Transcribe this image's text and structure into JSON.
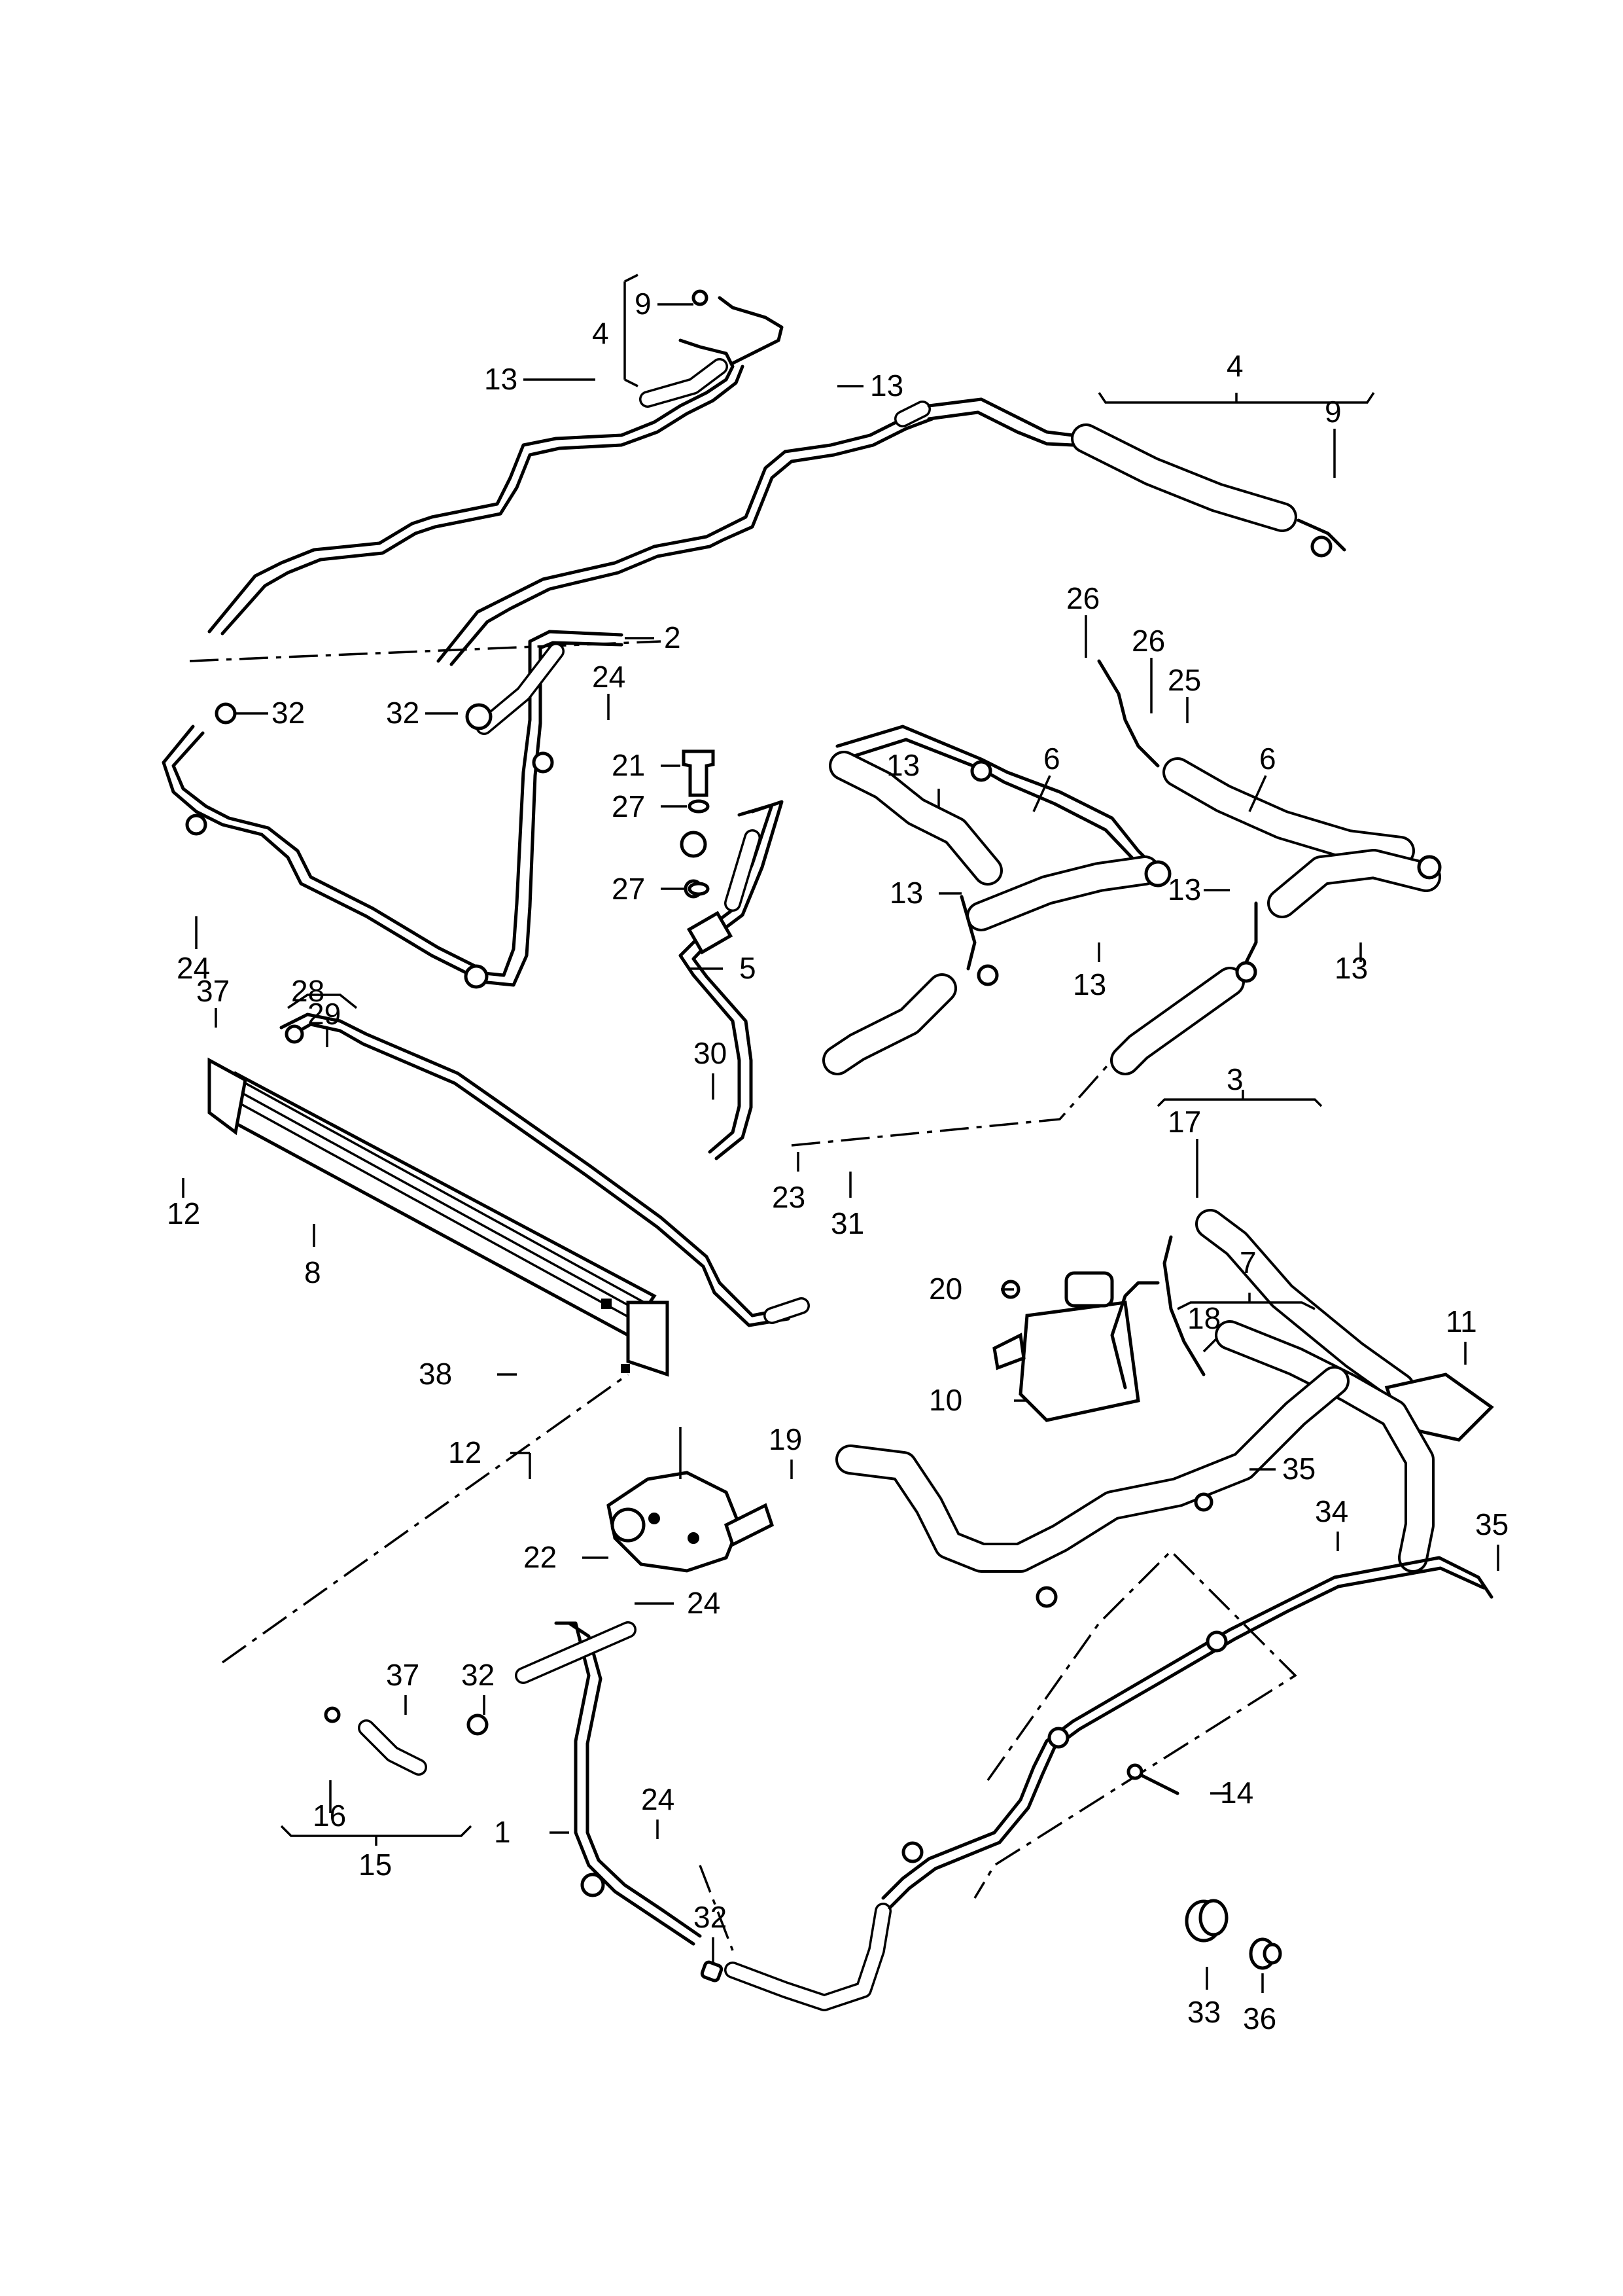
{
  "callouts": [
    {
      "id": "c-9a",
      "text": "9"
    },
    {
      "id": "c-4a",
      "text": "4"
    },
    {
      "id": "c-13a",
      "text": "13"
    },
    {
      "id": "c-13b",
      "text": "13"
    },
    {
      "id": "c-4b",
      "text": "4"
    },
    {
      "id": "c-9b",
      "text": "9"
    },
    {
      "id": "c-2",
      "text": "2"
    },
    {
      "id": "c-26a",
      "text": "26"
    },
    {
      "id": "c-26b",
      "text": "26"
    },
    {
      "id": "c-25",
      "text": "25"
    },
    {
      "id": "c-32a",
      "text": "32"
    },
    {
      "id": "c-32b",
      "text": "32"
    },
    {
      "id": "c-24a",
      "text": "24"
    },
    {
      "id": "c-21",
      "text": "21"
    },
    {
      "id": "c-27a",
      "text": "27"
    },
    {
      "id": "c-27b",
      "text": "27"
    },
    {
      "id": "c-13c",
      "text": "13"
    },
    {
      "id": "c-6a",
      "text": "6"
    },
    {
      "id": "c-6b",
      "text": "6"
    },
    {
      "id": "c-13d",
      "text": "13"
    },
    {
      "id": "c-13e",
      "text": "13"
    },
    {
      "id": "c-13f",
      "text": "13"
    },
    {
      "id": "c-13g",
      "text": "13"
    },
    {
      "id": "c-24b",
      "text": "24"
    },
    {
      "id": "c-5",
      "text": "5"
    },
    {
      "id": "c-28",
      "text": "28"
    },
    {
      "id": "c-37a",
      "text": "37"
    },
    {
      "id": "c-29",
      "text": "29"
    },
    {
      "id": "c-30",
      "text": "30"
    },
    {
      "id": "c-3",
      "text": "3"
    },
    {
      "id": "c-17",
      "text": "17"
    },
    {
      "id": "c-12a",
      "text": "12"
    },
    {
      "id": "c-23",
      "text": "23"
    },
    {
      "id": "c-31",
      "text": "31"
    },
    {
      "id": "c-8",
      "text": "8"
    },
    {
      "id": "c-20",
      "text": "20"
    },
    {
      "id": "c-7",
      "text": "7"
    },
    {
      "id": "c-18",
      "text": "18"
    },
    {
      "id": "c-11",
      "text": "11"
    },
    {
      "id": "c-38",
      "text": "38"
    },
    {
      "id": "c-10",
      "text": "10"
    },
    {
      "id": "c-19",
      "text": "19"
    },
    {
      "id": "c-12b",
      "text": "12"
    },
    {
      "id": "c-35a",
      "text": "35"
    },
    {
      "id": "c-34",
      "text": "34"
    },
    {
      "id": "c-35b",
      "text": "35"
    },
    {
      "id": "c-22",
      "text": "22"
    },
    {
      "id": "c-24c",
      "text": "24"
    },
    {
      "id": "c-37b",
      "text": "37"
    },
    {
      "id": "c-32c",
      "text": "32"
    },
    {
      "id": "c-14",
      "text": "14"
    },
    {
      "id": "c-24d",
      "text": "24"
    },
    {
      "id": "c-1",
      "text": "1"
    },
    {
      "id": "c-16",
      "text": "16"
    },
    {
      "id": "c-15",
      "text": "15"
    },
    {
      "id": "c-32d",
      "text": "32"
    },
    {
      "id": "c-33",
      "text": "33"
    },
    {
      "id": "c-36",
      "text": "36"
    }
  ]
}
